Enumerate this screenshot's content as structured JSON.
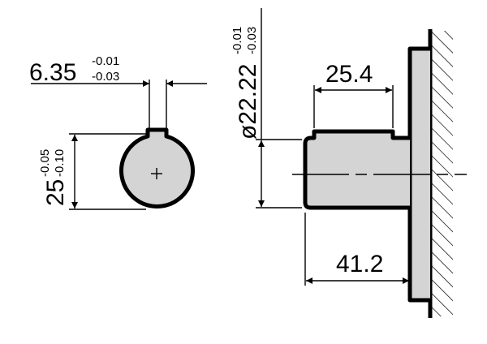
{
  "dimensions": {
    "key_width": {
      "value": "6.35",
      "tol_upper": "-0.01",
      "tol_lower": "-0.03"
    },
    "shaft_height": {
      "value": "25",
      "tol_upper": "-0.05",
      "tol_lower": "-0.10"
    },
    "shaft_diameter": {
      "value": "ø22.22",
      "tol_upper": "-0.01",
      "tol_lower": "-0.03"
    },
    "key_length": {
      "value": "25.4"
    },
    "shaft_length": {
      "value": "41.2"
    }
  },
  "colors": {
    "part_fill": "#d4d4d4",
    "line": "#000000"
  }
}
